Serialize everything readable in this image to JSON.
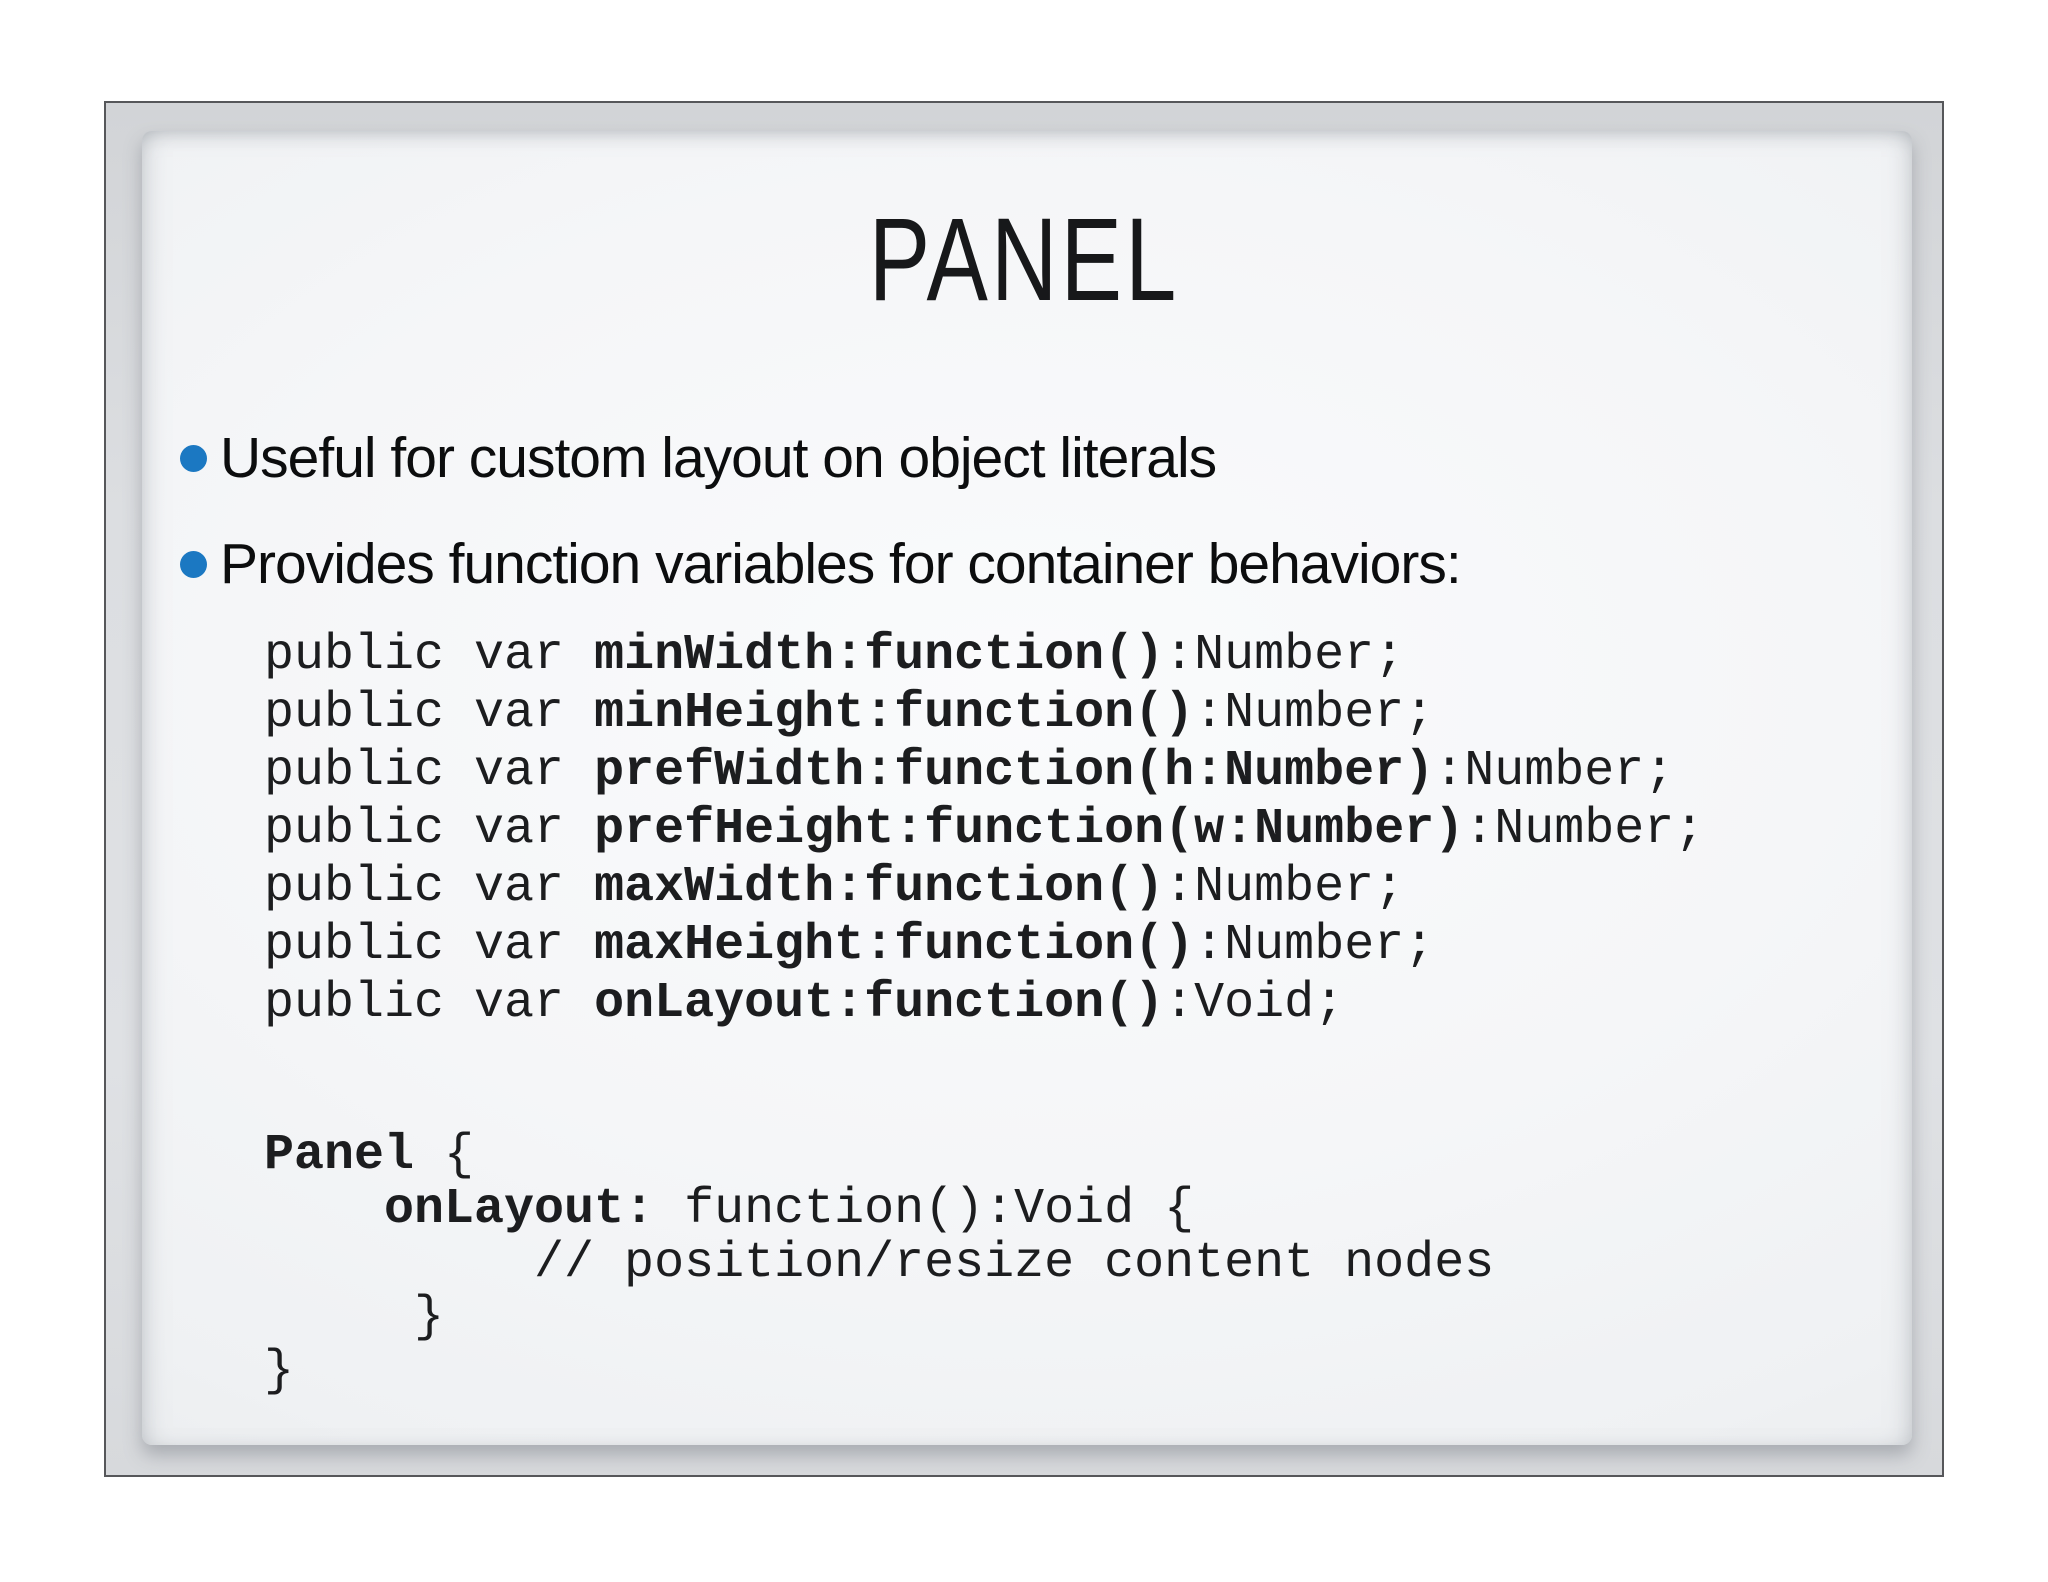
{
  "slide": {
    "title": "PANEL",
    "bullets": [
      "Useful for custom layout on object literals",
      "Provides function variables for container behaviors:"
    ],
    "colors": {
      "bullet_blue": "#1b78c2",
      "title_text": "#17181a",
      "body_text": "#0c0d0e",
      "code_text": "#1c1d1f",
      "frame_border": "#56575a"
    },
    "code_block_1": {
      "lines": [
        [
          {
            "t": "public var ",
            "b": false
          },
          {
            "t": "minWidth:function()",
            "b": true
          },
          {
            "t": ":Number;",
            "b": false
          }
        ],
        [
          {
            "t": "public var ",
            "b": false
          },
          {
            "t": "minHeight:function()",
            "b": true
          },
          {
            "t": ":Number;",
            "b": false
          }
        ],
        [
          {
            "t": "public var ",
            "b": false
          },
          {
            "t": "prefWidth:function(h:Number)",
            "b": true
          },
          {
            "t": ":Number;",
            "b": false
          }
        ],
        [
          {
            "t": "public var ",
            "b": false
          },
          {
            "t": "prefHeight:function(w:Number)",
            "b": true
          },
          {
            "t": ":Number;",
            "b": false
          }
        ],
        [
          {
            "t": "public var ",
            "b": false
          },
          {
            "t": "maxWidth:function()",
            "b": true
          },
          {
            "t": ":Number;",
            "b": false
          }
        ],
        [
          {
            "t": "public var ",
            "b": false
          },
          {
            "t": "maxHeight:function()",
            "b": true
          },
          {
            "t": ":Number;",
            "b": false
          }
        ],
        [
          {
            "t": "public var ",
            "b": false
          },
          {
            "t": "onLayout:function()",
            "b": true
          },
          {
            "t": ":Void;",
            "b": false
          }
        ]
      ]
    },
    "code_block_2": {
      "lines": [
        [
          {
            "t": "Panel",
            "b": true
          },
          {
            "t": " {",
            "b": false
          }
        ],
        [
          {
            "t": "    ",
            "b": false
          },
          {
            "t": "onLayout:",
            "b": true
          },
          {
            "t": " function():Void {",
            "b": false
          }
        ],
        [
          {
            "t": "         // position/resize content nodes",
            "b": false
          }
        ],
        [
          {
            "t": "     }",
            "b": false
          }
        ],
        [
          {
            "t": "}",
            "b": false
          }
        ]
      ]
    }
  }
}
